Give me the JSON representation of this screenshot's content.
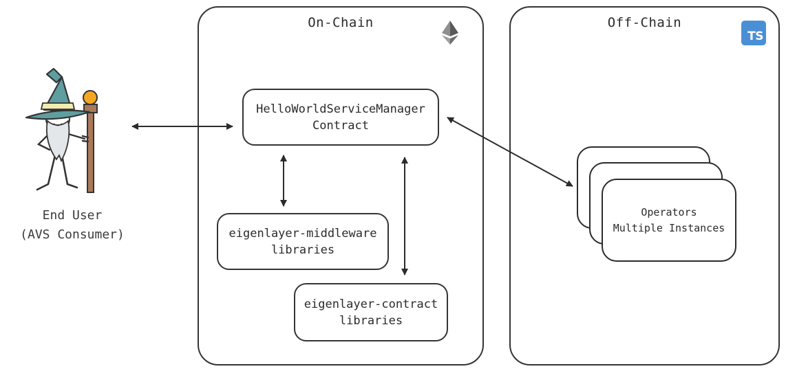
{
  "diagram": {
    "end_user": {
      "label_line1": "End User",
      "label_line2": "(AVS Consumer)"
    },
    "onchain": {
      "title": "On-Chain",
      "icon": "ethereum-icon",
      "service_manager": {
        "line1": "HelloWorldServiceManager",
        "line2": "Contract"
      },
      "middleware": {
        "line1": "eigenlayer-middleware",
        "line2": "libraries"
      },
      "contracts": {
        "line1": "eigenlayer-contract",
        "line2": "libraries"
      }
    },
    "offchain": {
      "title": "Off-Chain",
      "icon": "typescript-icon",
      "ts_badge_text": "TS",
      "operators": {
        "line1": "Operators",
        "line2": "Multiple Instances"
      }
    },
    "colors": {
      "ink": "#343434",
      "typescript_blue": "#4a8fd6",
      "eth_dark": "#5a5a5a",
      "eth_mid": "#8f8f8f",
      "eth_light_left": "#9e9e9e",
      "eth_light_right": "#6e6e6e",
      "hat_teal": "#5f9ea0",
      "hat_band": "#f2ecb0",
      "orb_orange": "#f5a623",
      "staff_brown": "#a9795a",
      "beard_gray": "#e4e7ea"
    }
  }
}
